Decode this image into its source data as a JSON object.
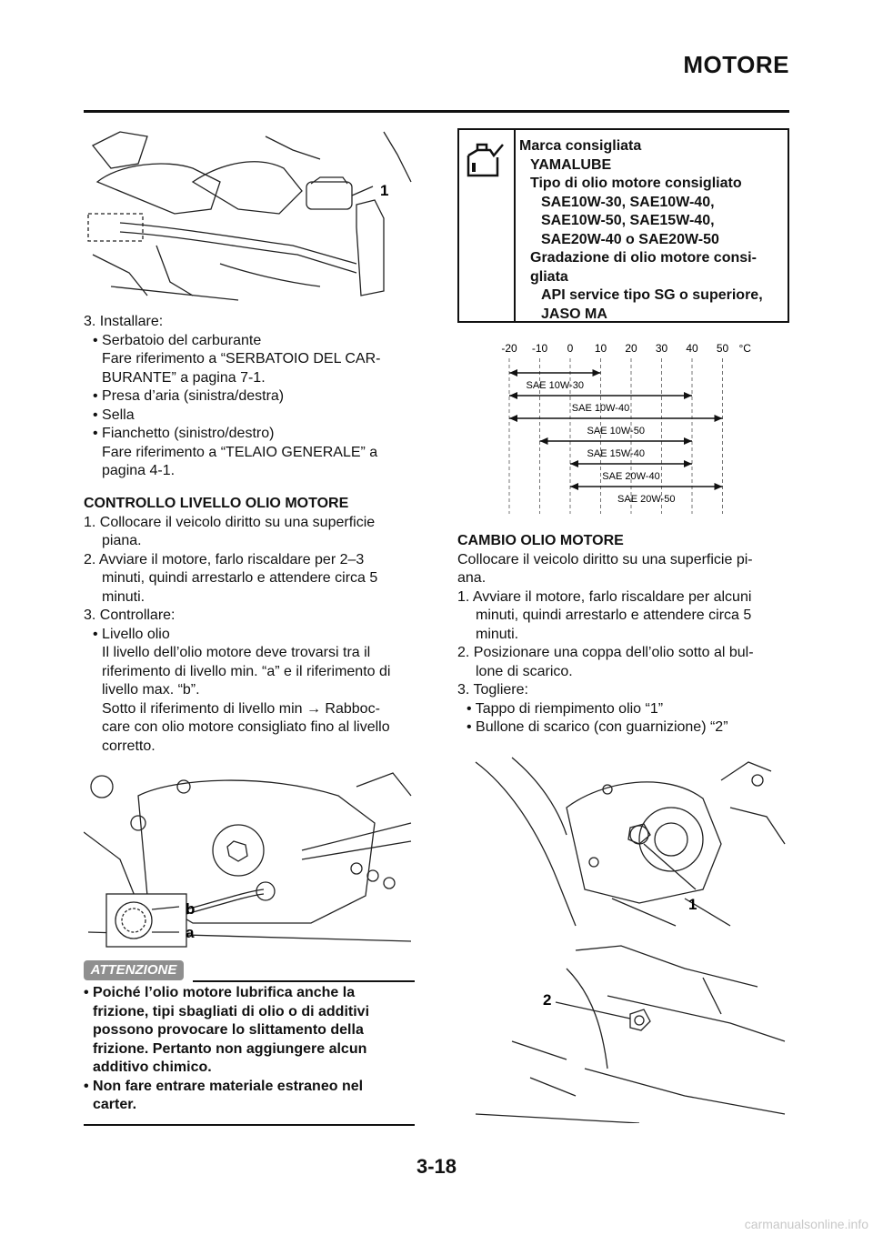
{
  "header": {
    "title": "MOTORE"
  },
  "left_col": {
    "install": {
      "step": "3. Installare:",
      "items": [
        "• Serbatoio del carburante",
        "Fare riferimento a “SERBATOIO DEL CAR-",
        "BURANTE” a pagina 7-1.",
        "• Presa d’aria (sinistra/destra)",
        "• Sella",
        "• Fianchetto (sinistro/destro)",
        "Fare riferimento a “TELAIO GENERALE” a",
        "pagina 4-1."
      ]
    },
    "check_section": {
      "heading": "CONTROLLO LIVELLO OLIO MOTORE",
      "lines": [
        "1.  Collocare il veicolo diritto su una superficie",
        "piana.",
        "2.  Avviare il motore, farlo riscaldare per 2–3",
        "minuti, quindi arrestarlo e attendere circa 5",
        "minuti.",
        "3.  Controllare:",
        "• Livello olio",
        "Il livello dell’olio motore deve trovarsi tra il",
        "riferimento di livello min. “a” e il riferimento di",
        "livello max. “b”.",
        "Sotto il riferimento di livello min → Rabboc-",
        "care con olio motore consigliato fino al livello",
        "corretto."
      ]
    },
    "figure1_callout": "1",
    "figure2_callouts": {
      "b": "b",
      "a": "a"
    },
    "caution": {
      "badge": "ATTENZIONE",
      "lines": [
        "• Poiché l’olio motore lubrifica anche la",
        "frizione, tipi sbagliati di olio o di additivi",
        "possono provocare lo slittamento della",
        "frizione. Pertanto non aggiungere alcun",
        "additivo chimico.",
        "• Non fare entrare materiale estraneo nel",
        "carter."
      ]
    }
  },
  "right_col": {
    "spec_box": {
      "lines": [
        "Marca consigliata",
        "YAMALUBE",
        "Tipo di olio motore consigliato",
        "SAE10W-30, SAE10W-40,",
        "SAE10W-50, SAE15W-40,",
        "SAE20W-40 o SAE20W-50",
        "Gradazione di olio motore consi-",
        "gliata",
        "API service tipo SG o superiore,",
        "JASO MA"
      ]
    },
    "viscosity_chart": {
      "temps": [
        "-20",
        "-10",
        "0",
        "10",
        "20",
        "30",
        "40",
        "50"
      ],
      "unit": "°C",
      "grades": [
        {
          "label": "SAE 10W-30",
          "from": -20,
          "to": 10
        },
        {
          "label": "SAE 10W-40",
          "from": -20,
          "to": 40
        },
        {
          "label": "SAE 10W-50",
          "from": -20,
          "to": 50
        },
        {
          "label": "SAE 15W-40",
          "from": -10,
          "to": 40
        },
        {
          "label": "SAE 20W-40",
          "from": 0,
          "to": 40
        },
        {
          "label": "SAE 20W-50",
          "from": 0,
          "to": 50
        }
      ]
    },
    "change_section": {
      "heading": "CAMBIO OLIO MOTORE",
      "lines": [
        "Collocare il veicolo diritto su una superficie pi-",
        "ana.",
        "1.  Avviare il motore, farlo riscaldare per alcuni",
        "minuti, quindi arrestarlo e attendere circa 5",
        "minuti.",
        "2.  Posizionare una coppa dell’olio sotto al bul-",
        "lone di scarico.",
        "3.  Togliere:",
        "• Tappo di riempimento olio “1”",
        "• Bullone di scarico (con guarnizione) “2”"
      ]
    },
    "figure3_callout": "1",
    "figure4_callout": "2"
  },
  "footer": {
    "page_number": "3-18",
    "url": "carmanualsonline.info"
  }
}
